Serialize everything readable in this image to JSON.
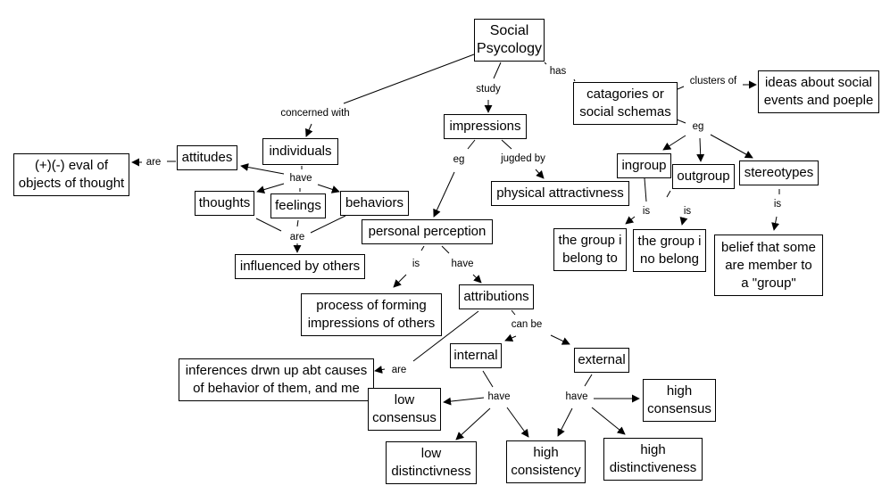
{
  "diagram": {
    "title": "Social Psycology",
    "nodes": {
      "root": "Social\nPsycology",
      "individuals": "individuals",
      "impressions": "impressions",
      "schemas": "catagories or\nsocial schemas",
      "ideas": "ideas about social\nevents and poeple",
      "attitudes": "attitudes",
      "eval": "(+)(-) eval of\nobjects of thought",
      "thoughts": "thoughts",
      "feelings": "feelings",
      "behaviors": "behaviors",
      "influenced": "influenced by others",
      "physical": "physical attractivness",
      "perception": "personal perception",
      "ingroup": "ingroup",
      "outgroup": "outgroup",
      "stereotypes": "stereotypes",
      "belongto": "the group i\nbelong to",
      "nobelong": "the group i\nno belong",
      "belief": "belief that some\nare member to\na \"group\"",
      "process": "process of forming\nimpressions of others",
      "attributions": "attributions",
      "inferences": "inferences drwn up abt causes\nof behavior of them, and me",
      "internal": "internal",
      "external": "external",
      "lowcons": "low\nconsensus",
      "lowdist": "low\ndistinctivness",
      "highconsist": "high\nconsistency",
      "highcons": "high\nconsensus",
      "highdist": "high\ndistinctiveness"
    },
    "links": {
      "concerned": "concerned with",
      "study": "study",
      "has": "has",
      "clusters": "clusters of",
      "eg_schema": "eg",
      "are_att": "are",
      "have_ind": "have",
      "are_inf": "are",
      "eg_imp": "eg",
      "judged": "jugded by",
      "is_in": "is",
      "is_out": "is",
      "is_st": "is",
      "is_pp": "is",
      "have_pp": "have",
      "canbe": "can be",
      "are_attr": "are",
      "have_int": "have",
      "have_ext": "have"
    }
  }
}
